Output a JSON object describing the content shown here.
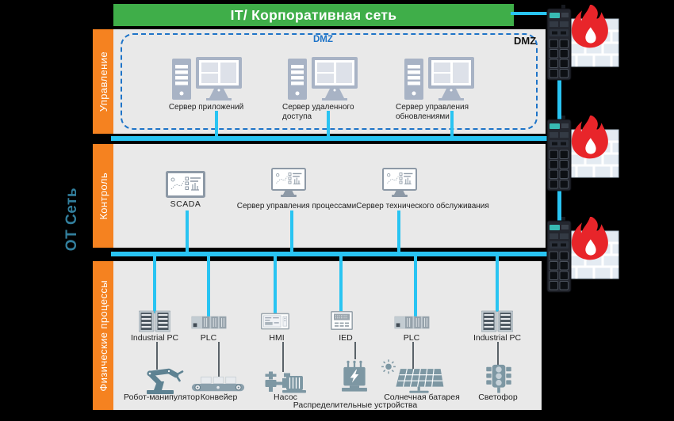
{
  "banner": {
    "title": "IT/ Корпоративная сеть"
  },
  "side": {
    "ot_network": "OT Сеть",
    "layers": [
      {
        "label": "Управление"
      },
      {
        "label": "Контроль"
      },
      {
        "label": "Физические процессы"
      }
    ]
  },
  "dmz": {
    "zone_label": "DMZ",
    "corner_label": "DMZ",
    "servers": [
      {
        "label": "Сервер приложений"
      },
      {
        "label": "Сервер удаленного доступа"
      },
      {
        "label": "Сервер управления обновлениями"
      }
    ]
  },
  "control_layer": {
    "nodes": [
      {
        "label": "SCADA"
      },
      {
        "label": "Сервер управления процессами"
      },
      {
        "label": "Сервер технического обслуживания"
      }
    ]
  },
  "process_layer": {
    "devices": [
      {
        "label": "Industrial PC"
      },
      {
        "label": "PLC"
      },
      {
        "label": "HMI"
      },
      {
        "label": "IED"
      },
      {
        "label": "PLC"
      },
      {
        "label": "Industrial PC"
      }
    ],
    "machines": [
      {
        "label": "Робот-манипулятор"
      },
      {
        "label": "Конвейер"
      },
      {
        "label": "Насос"
      },
      {
        "label": "Распределительные устройства"
      },
      {
        "label": "Солнечная батарея"
      },
      {
        "label": "Светофор"
      }
    ]
  },
  "colors": {
    "banner_green": "#3fae49",
    "layer_orange": "#f58220",
    "bus_cyan": "#29c4f2",
    "dmz_blue": "#1e74c8",
    "ot_teal": "#327f9d",
    "panel_gray": "#e9e9e9",
    "flame_red": "#e8252a"
  },
  "icons": {
    "firewall": "firewall-flame-brick-icon",
    "server": "server-tower-monitor-icon",
    "scada": "scada-screen-icon",
    "monitor": "process-monitor-icon",
    "ipc": "industrial-pc-icon",
    "plc": "plc-icon",
    "hmi": "hmi-panel-icon",
    "ied": "ied-icon",
    "robot": "robot-arm-icon",
    "conveyor": "conveyor-icon",
    "pump": "pump-icon",
    "transformer": "transformer-icon",
    "solar": "solar-panel-icon",
    "traffic": "traffic-light-icon"
  }
}
